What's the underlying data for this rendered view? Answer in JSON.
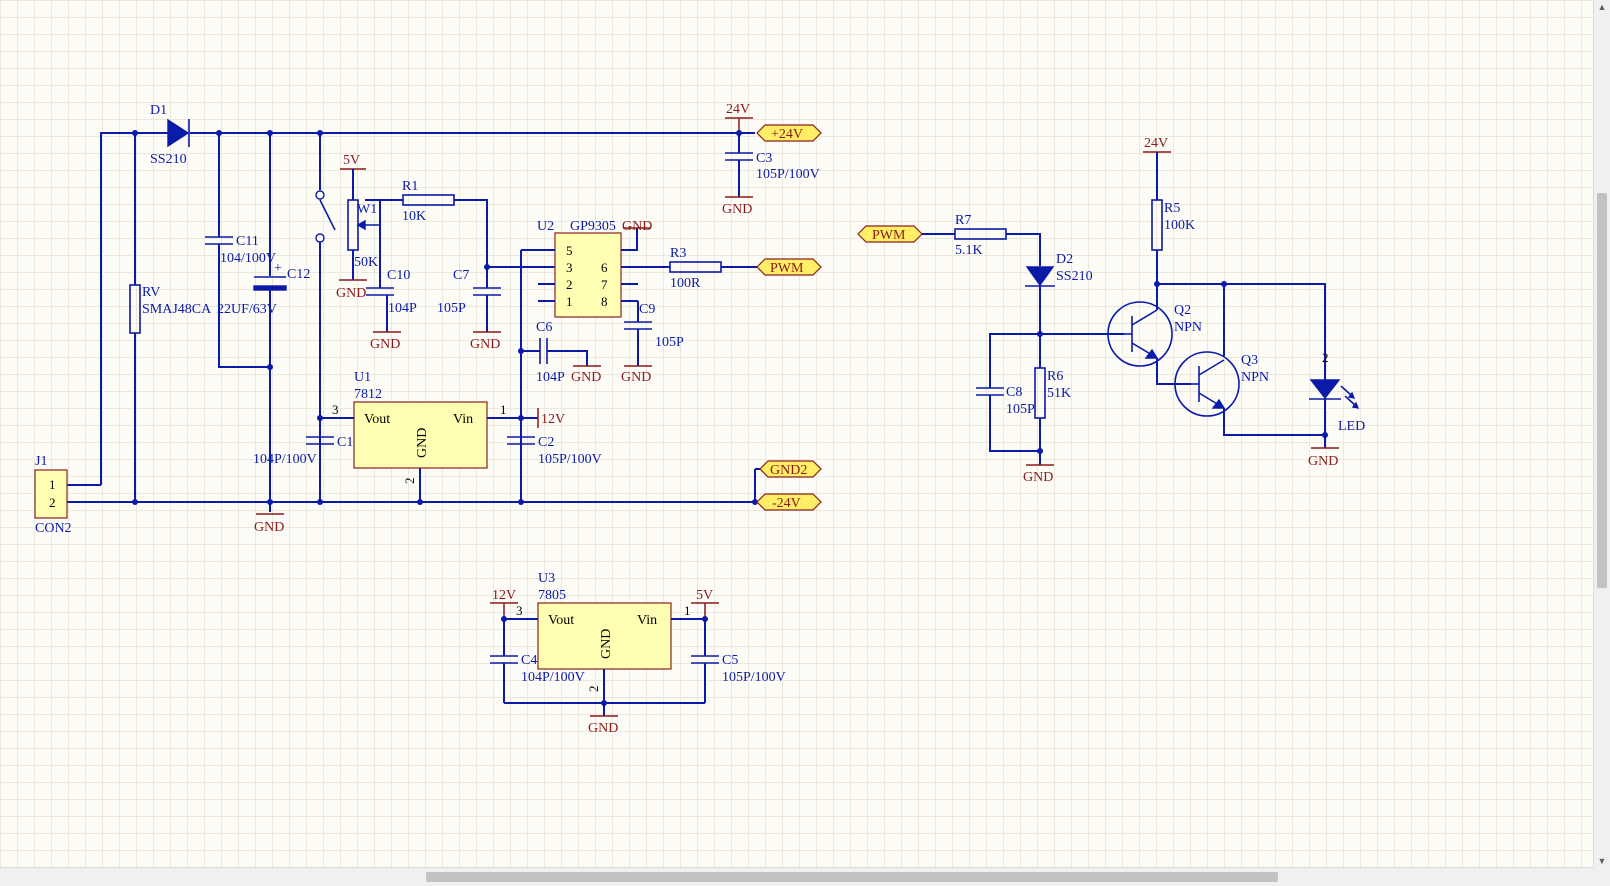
{
  "schematic": {
    "power_in": {
      "connector_ref": "J1",
      "connector_value": "CON2",
      "pin1": "1",
      "pin2": "2",
      "diode_ref": "D1",
      "diode_value": "SS210",
      "tvs_ref": "RV",
      "tvs_value": "SMAJ48CA",
      "c11_ref": "C11",
      "c11_value": "104/100V",
      "c12_ref": "C12",
      "c12_value": "22UF/63V",
      "c3_ref": "C3",
      "c3_value": "105P/100V",
      "gnd_label": "GND"
    },
    "regulator_12v": {
      "ref": "U1",
      "value": "7812",
      "pin_vout": "Vout",
      "pin_vin": "Vin",
      "pin_gnd": "GND",
      "pin3": "3",
      "pin1": "1",
      "pin2": "2",
      "c1_ref": "C1",
      "c1_value": "104P/100V",
      "c2_ref": "C2",
      "c2_value": "105P/100V",
      "rail_label": "12V"
    },
    "pwm_gen": {
      "switch_ref": "W1",
      "pot_value": "50K",
      "r1_ref": "R1",
      "r1_value": "10K",
      "c10_ref": "C10",
      "c10_value": "104P",
      "c7_ref": "C7",
      "c7_value": "105P",
      "ic_ref": "U2",
      "ic_value": "GP9305",
      "pins": [
        "5",
        "3",
        "2",
        "1",
        "6",
        "7",
        "8"
      ],
      "r3_ref": "R3",
      "r3_value": "100R",
      "c9_ref": "C9",
      "c9_value": "105P",
      "c6_ref": "C6",
      "c6_value": "104P",
      "rail_5v": "5V"
    },
    "regulator_5v": {
      "ref": "U3",
      "value": "7805",
      "pin_vout": "Vout",
      "pin_vin": "Vin",
      "pin_gnd": "GND",
      "pin3": "3",
      "pin1": "1",
      "pin2": "2",
      "rail_in": "12V",
      "rail_out": "5V",
      "c4_ref": "C4",
      "c4_value": "104P/100V",
      "c5_ref": "C5",
      "c5_value": "105P/100V"
    },
    "ports": {
      "p24v": "+24V",
      "pwm_out": "PWM",
      "gnd2": "GND2",
      "m24v": "-24V",
      "pwm_in": "PWM"
    },
    "driver": {
      "rail_24v": "24V",
      "r7_ref": "R7",
      "r7_value": "5.1K",
      "d2_ref": "D2",
      "d2_value": "SS210",
      "r5_ref": "R5",
      "r5_value": "100K",
      "q2_ref": "Q2",
      "q2_value": "NPN",
      "q3_ref": "Q3",
      "q3_value": "NPN",
      "c8_ref": "C8",
      "c8_value": "105P",
      "r6_ref": "R6",
      "r6_value": "51K",
      "led_pin": "2",
      "led_label": "LED"
    }
  },
  "colors": {
    "wire": "#0b1aa8",
    "power_symbol": "#8a1a1a",
    "ic_fill": "#ffffb4",
    "port_fill": "#ffee66",
    "grid": "#ebe9dd"
  },
  "icons": {
    "scroll_up": "▲",
    "scroll_down": "▼"
  }
}
